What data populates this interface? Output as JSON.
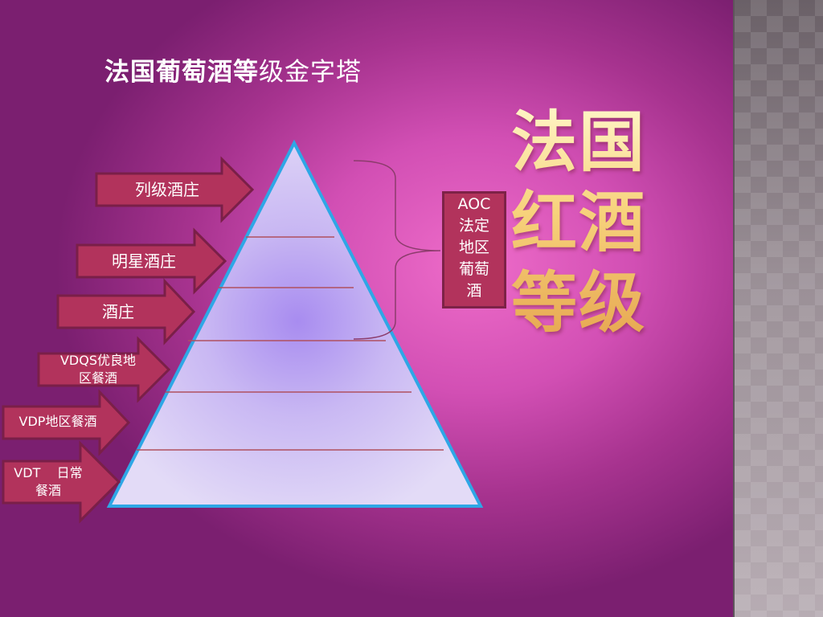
{
  "slide": {
    "title_part1": "法国葡萄酒等",
    "title_part2": "级金字塔",
    "big_title": [
      "法国",
      "红酒",
      "等级"
    ]
  },
  "aoc_box": {
    "lines": [
      "AOC",
      "法定",
      "地区",
      "葡萄",
      "酒"
    ]
  },
  "arrows": [
    {
      "label": "列级酒庄"
    },
    {
      "label": "明星酒庄"
    },
    {
      "label": "酒庄"
    },
    {
      "label_line1": "VDQS优良地",
      "label_line2": "区餐酒"
    },
    {
      "label": "VDP地区餐酒"
    },
    {
      "label_line1": "VDT    日常",
      "label_line2": "餐酒"
    }
  ],
  "colors": {
    "arrow_fill": "#b2335c",
    "arrow_stroke": "#7a1f48",
    "pyramid_outline": "#2ea7e6",
    "pyramid_fill": "#d9ccf4",
    "tier_line": "#b0505f",
    "title_gold": "#f6d070"
  }
}
